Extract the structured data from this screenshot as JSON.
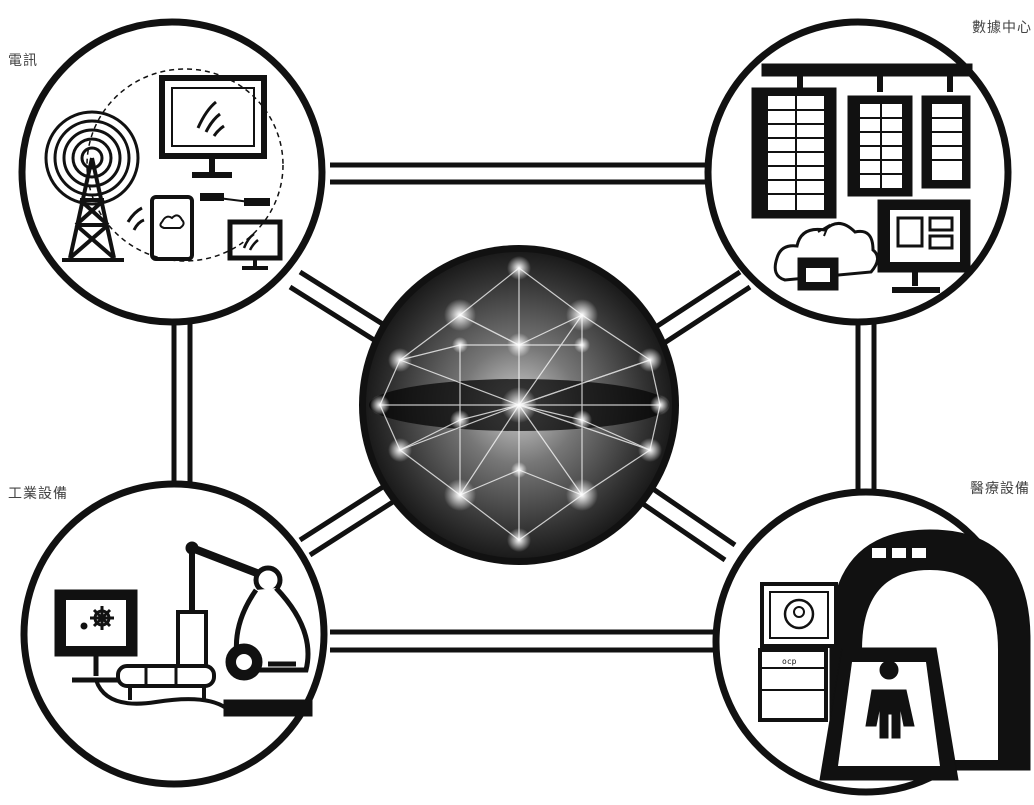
{
  "nodes": {
    "telecom": {
      "label": "電訊",
      "icon": "telecom-tower-devices-icon"
    },
    "datacenter": {
      "label": "數據中心",
      "icon": "server-racks-cloud-icon"
    },
    "industrial": {
      "label": "工業設備",
      "icon": "robot-arm-conveyor-icon"
    },
    "medical": {
      "label": "醫療設備",
      "icon": "mri-scanner-patient-icon"
    },
    "hub": {
      "icon": "network-sphere-icon"
    }
  },
  "colors": {
    "ink": "#111111",
    "paper": "#ffffff",
    "label": "#444444"
  }
}
